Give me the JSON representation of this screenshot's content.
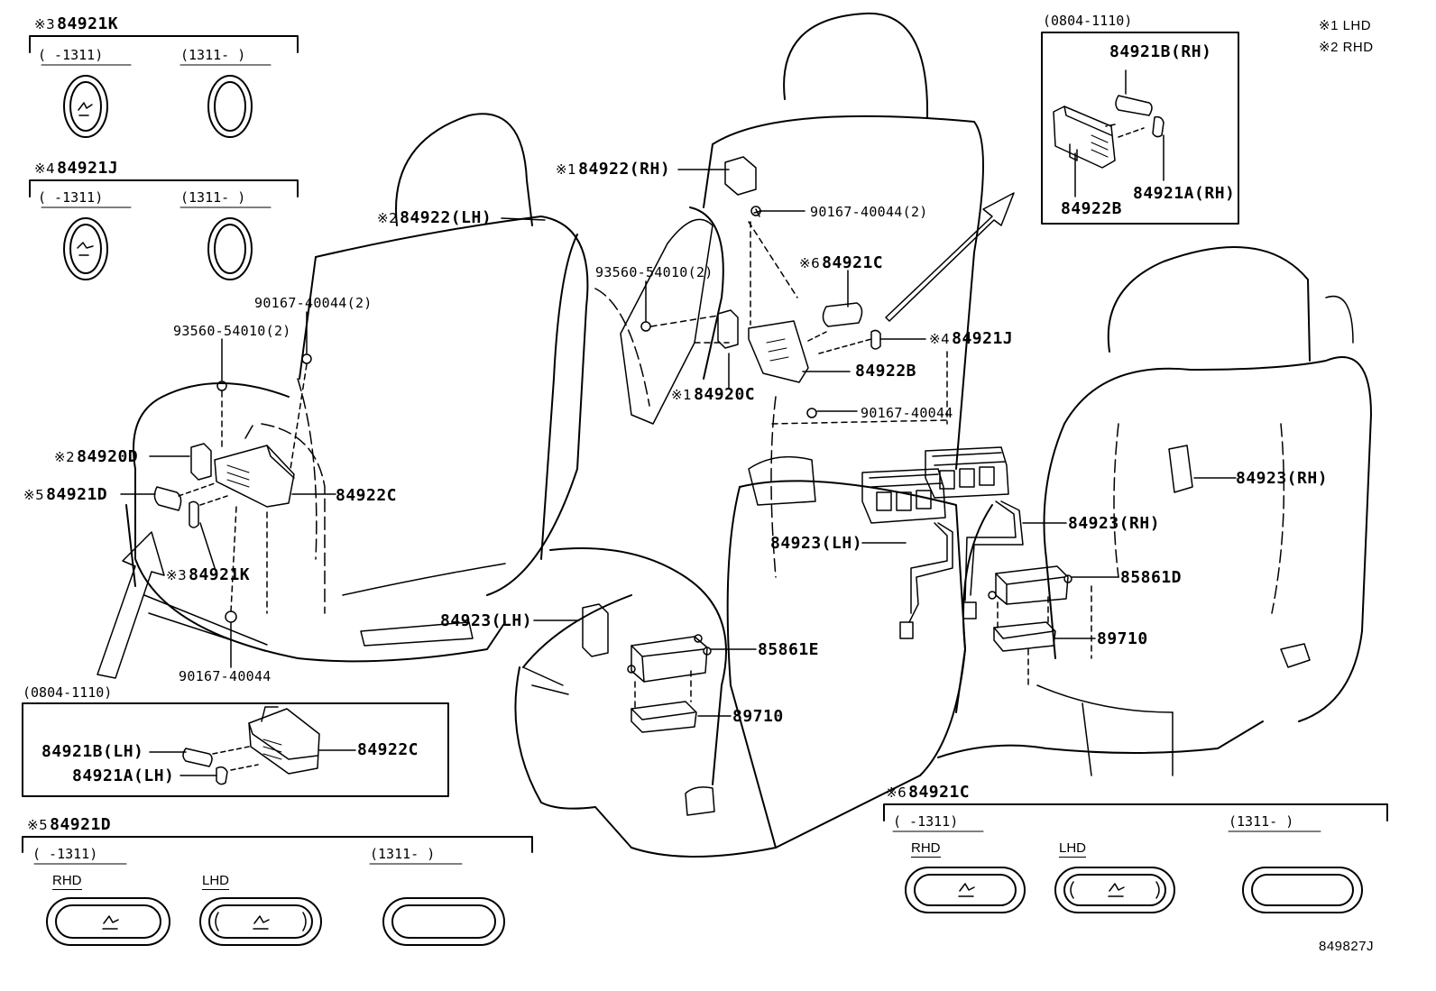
{
  "notes": {
    "lhd": "※1 LHD",
    "rhd": "※2 RHD"
  },
  "marks": {
    "m1": "※1",
    "m2": "※2",
    "m3": "※3",
    "m4": "※4",
    "m5": "※5",
    "m6": "※6"
  },
  "period": {
    "to1311": "(      -1311)",
    "from1311": "(1311-      )",
    "range0804": "(0804-1110)"
  },
  "variant": {
    "rhd": "RHD",
    "lhd": "LHD"
  },
  "groups": {
    "k": {
      "part": "84921K"
    },
    "j": {
      "part": "84921J"
    },
    "d": {
      "part": "84921D"
    },
    "c": {
      "part": "84921C"
    }
  },
  "labels": {
    "p84922_rh": "84922(RH)",
    "p84922_lh": "84922(LH)",
    "p90167_40044_2_top": "90167-40044(2)",
    "p90167_40044_2_left": "90167-40044(2)",
    "p93560_54010_2_left": "93560-54010(2)",
    "p93560_54010_2_mid": "93560-54010(2)",
    "p84921c": "84921C",
    "p84921j": "84921J",
    "p84922b": "84922B",
    "p84920c": "84920C",
    "p90167_40044_mid": "90167-40044",
    "p84920d": "84920D",
    "p84921d": "84921D",
    "p84922c": "84922C",
    "p84921k": "84921K",
    "p90167_40044_bottom": "90167-40044",
    "p84923_rh_right": "84923(RH)",
    "p84923_rh_mid": "84923(RH)",
    "p84923_lh_mid": "84923(LH)",
    "p84923_lh_left": "84923(LH)",
    "p85861d": "85861D",
    "p85861e": "85861E",
    "p89710_right": "89710",
    "p89710_left": "89710",
    "inset_top": {
      "a": "84921B(RH)",
      "b": "84921A(RH)",
      "c": "84922B"
    },
    "inset_left": {
      "a": "84921B(LH)",
      "b": "84921A(LH)",
      "c": "84922C"
    }
  },
  "figure_id": "849827J"
}
